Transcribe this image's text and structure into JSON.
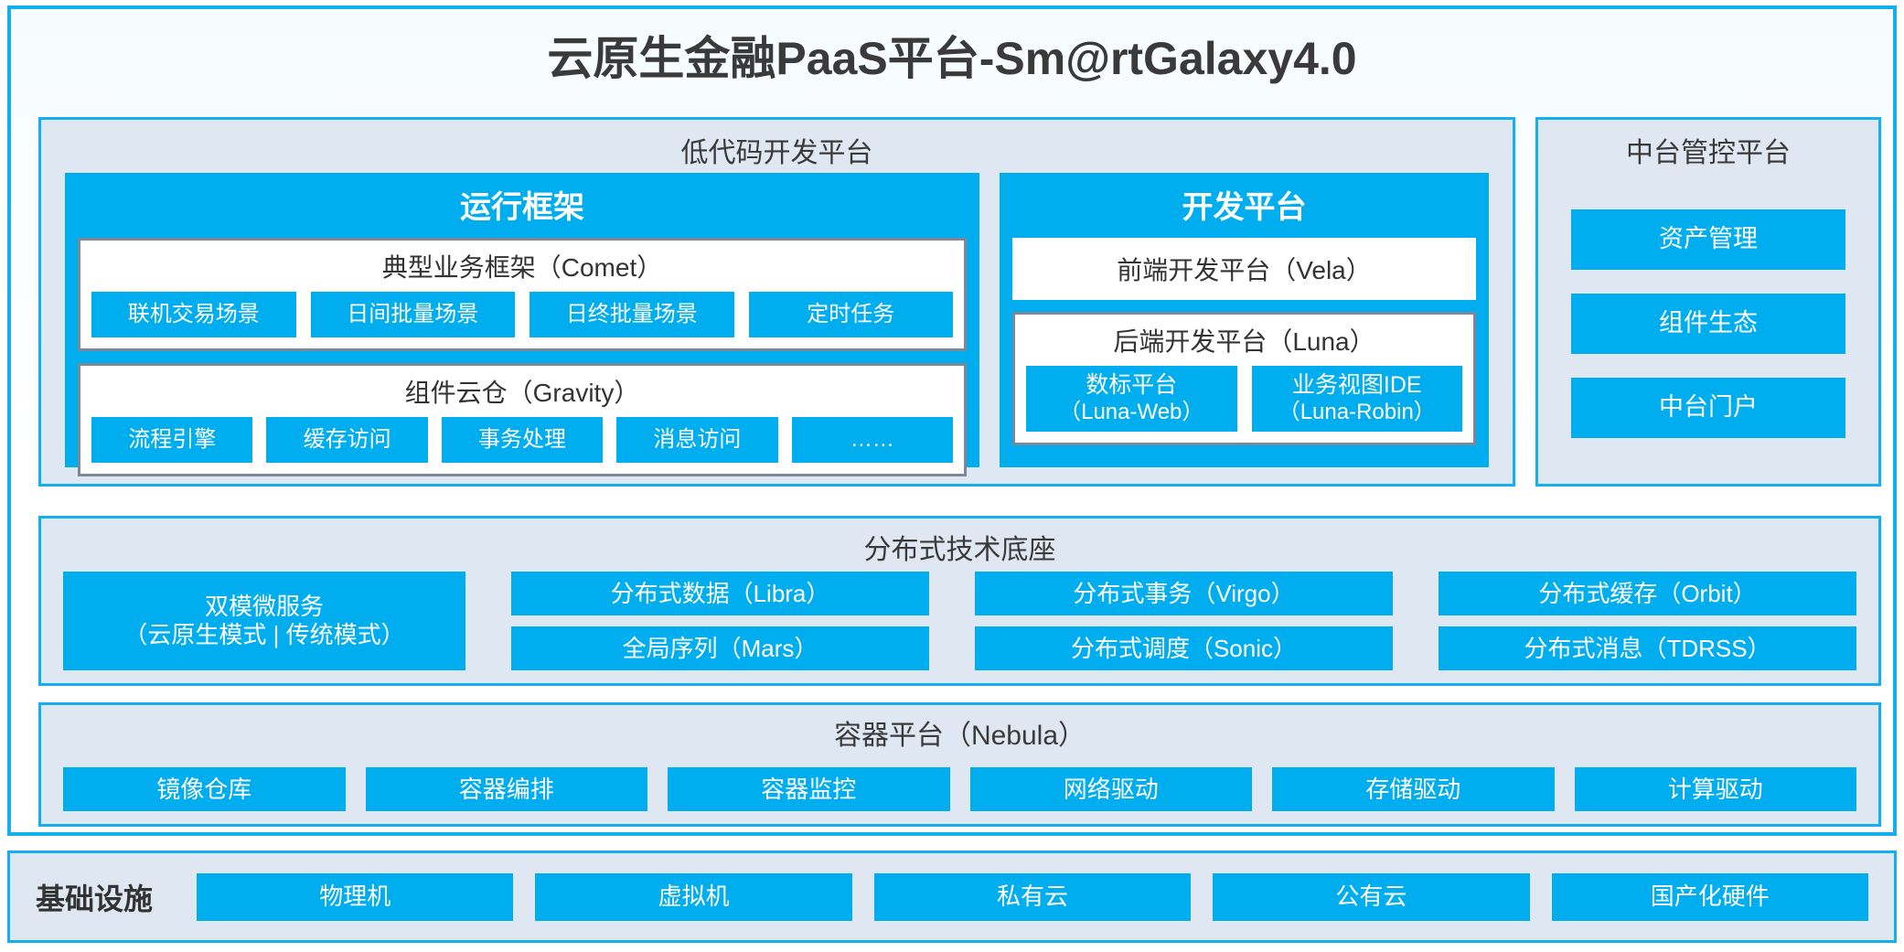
{
  "page": {
    "title": "云原生金融PaaS平台-Sm@rtGalaxy4.0",
    "accent_blue": "#00AEEF",
    "panel_border_blue": "#14AFEF",
    "panel_background": "#DEE7F2",
    "inner_border_gray": "#7C8899"
  },
  "lowcode": {
    "title": "低代码开发平台",
    "runtime": {
      "title": "运行框架",
      "comet": {
        "title": "典型业务框架（Comet）",
        "items": [
          "联机交易场景",
          "日间批量场景",
          "日终批量场景",
          "定时任务"
        ]
      },
      "gravity": {
        "title": "组件云仓（Gravity）",
        "items": [
          "流程引擎",
          "缓存访问",
          "事务处理",
          "消息访问",
          "……"
        ]
      }
    },
    "dev": {
      "title": "开发平台",
      "vela": "前端开发平台（Vela）",
      "luna": {
        "title": "后端开发平台（Luna）",
        "items": [
          {
            "name": "数标平台",
            "code": "（Luna-Web）"
          },
          {
            "name": "业务视图IDE",
            "code": "（Luna-Robin）"
          }
        ]
      }
    }
  },
  "midplatform": {
    "title": "中台管控平台",
    "items": [
      "资产管理",
      "组件生态",
      "中台门户"
    ]
  },
  "distributed": {
    "title": "分布式技术底座",
    "microservice": {
      "line1": "双模微服务",
      "line2": "（云原生模式 | 传统模式）"
    },
    "columns": [
      [
        "分布式数据（Libra）",
        "全局序列（Mars）"
      ],
      [
        "分布式事务（Virgo）",
        "分布式调度（Sonic）"
      ],
      [
        "分布式缓存（Orbit）",
        "分布式消息（TDRSS）"
      ]
    ]
  },
  "container": {
    "title": "容器平台（Nebula）",
    "items": [
      "镜像仓库",
      "容器编排",
      "容器监控",
      "网络驱动",
      "存储驱动",
      "计算驱动"
    ]
  },
  "infrastructure": {
    "label": "基础设施",
    "items": [
      "物理机",
      "虚拟机",
      "私有云",
      "公有云",
      "国产化硬件"
    ]
  }
}
